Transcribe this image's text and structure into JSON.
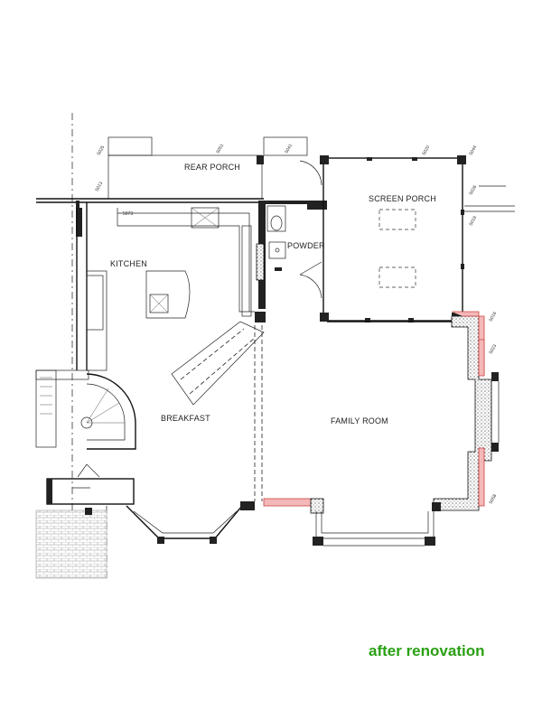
{
  "rooms": {
    "rear_porch": "REAR PORCH",
    "screen_porch": "SCREEN PORCH",
    "kitchen": "KITCHEN",
    "powder": "POWDER",
    "breakfast": "BREAKFAST",
    "family_room": "FAMILY ROOM"
  },
  "tags": {
    "t1": "5025",
    "t2": "5051",
    "t3": "5041",
    "t4": "5020",
    "t5": "5044",
    "t6": "5026",
    "t7": "5013",
    "t8": "5073",
    "t9": "5019",
    "t10": "5016",
    "t11": "5023",
    "t12": "5058"
  },
  "caption": "after renovation",
  "colors": {
    "caption": "#2aa014",
    "new_wall": "#f4b8b8"
  }
}
